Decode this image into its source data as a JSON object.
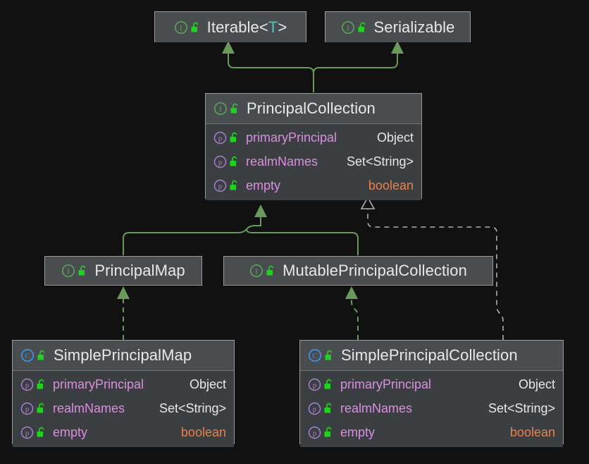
{
  "diagram": {
    "title": "PrincipalCollection class hierarchy",
    "type": "uml-class-diagram",
    "background_color": "#111111",
    "inheritance_color": "#6a9a5b",
    "realization_color": "#b0b0b0"
  },
  "icons": {
    "interface": "interface-icon",
    "class": "class-icon",
    "property": "property-icon",
    "lock_open": "unlocked-padlock-icon"
  },
  "nodes": [
    {
      "id": "iterable",
      "kind": "interface",
      "name": "Iterable",
      "generic": "T",
      "title_display": "Iterable<T>",
      "members": []
    },
    {
      "id": "serializable",
      "kind": "interface",
      "name": "Serializable",
      "title_display": "Serializable",
      "members": []
    },
    {
      "id": "principalcollection",
      "kind": "interface",
      "name": "PrincipalCollection",
      "title_display": "PrincipalCollection",
      "members": [
        {
          "name": "primaryPrincipal",
          "type": "Object",
          "keyword": false
        },
        {
          "name": "realmNames",
          "type": "Set<String>",
          "keyword": false
        },
        {
          "name": "empty",
          "type": "boolean",
          "keyword": true
        }
      ]
    },
    {
      "id": "principalmap",
      "kind": "interface",
      "name": "PrincipalMap",
      "title_display": "PrincipalMap",
      "members": []
    },
    {
      "id": "mutableprincipalcollection",
      "kind": "interface",
      "name": "MutablePrincipalCollection",
      "title_display": "MutablePrincipalCollection",
      "members": []
    },
    {
      "id": "simpleprincipalmap",
      "kind": "class",
      "name": "SimplePrincipalMap",
      "title_display": "SimplePrincipalMap",
      "members": [
        {
          "name": "primaryPrincipal",
          "type": "Object",
          "keyword": false
        },
        {
          "name": "realmNames",
          "type": "Set<String>",
          "keyword": false
        },
        {
          "name": "empty",
          "type": "boolean",
          "keyword": true
        }
      ]
    },
    {
      "id": "simpleprincipalcollection",
      "kind": "class",
      "name": "SimplePrincipalCollection",
      "title_display": "SimplePrincipalCollection",
      "members": [
        {
          "name": "primaryPrincipal",
          "type": "Object",
          "keyword": false
        },
        {
          "name": "realmNames",
          "type": "Set<String>",
          "keyword": false
        },
        {
          "name": "empty",
          "type": "boolean",
          "keyword": true
        }
      ]
    }
  ],
  "edges": [
    {
      "from": "principalcollection",
      "to": "iterable",
      "style": "solid",
      "relation": "extends"
    },
    {
      "from": "principalcollection",
      "to": "serializable",
      "style": "solid",
      "relation": "extends"
    },
    {
      "from": "principalmap",
      "to": "principalcollection",
      "style": "solid",
      "relation": "extends"
    },
    {
      "from": "mutableprincipalcollection",
      "to": "principalcollection",
      "style": "solid",
      "relation": "extends"
    },
    {
      "from": "simpleprincipalmap",
      "to": "principalmap",
      "style": "dashed",
      "relation": "implements"
    },
    {
      "from": "simpleprincipalcollection",
      "to": "mutableprincipalcollection",
      "style": "dashed",
      "relation": "implements"
    },
    {
      "from": "simpleprincipalcollection",
      "to": "principalcollection",
      "style": "dashed-gray",
      "relation": "implements"
    }
  ]
}
